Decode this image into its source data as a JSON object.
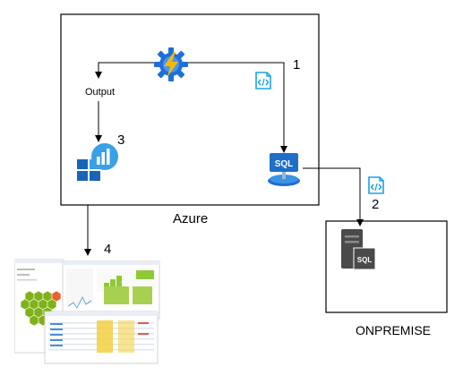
{
  "diagram": {
    "regions": {
      "azure": "Azure",
      "onpremise": "ONPREMISE"
    },
    "flow_labels": {
      "output": "Output"
    },
    "step_numbers": {
      "step1": "1",
      "step2": "2",
      "step3": "3",
      "step4": "4"
    },
    "icons": {
      "function_app": "azure-functions-icon",
      "code_1": "code-script-icon",
      "code_2": "code-script-icon",
      "sql_database": "azure-sql-database-icon",
      "sql_server": "on-prem-sql-server-icon",
      "monitor": "azure-monitor-workbook-icon",
      "dashboard": "dashboard-screenshot-thumbnail"
    },
    "server_badge": "SQL",
    "sql_badge": "SQL"
  },
  "colors": {
    "function_blue": "#1E6FD9",
    "function_bolt": "#F5B800",
    "code_blue": "#1AA3E8",
    "sql_blue": "#1F6FC9",
    "monitor_dark": "#1764B8",
    "monitor_light": "#3AA0E8",
    "server_gray": "#4A4A4A",
    "line": "#000000"
  }
}
